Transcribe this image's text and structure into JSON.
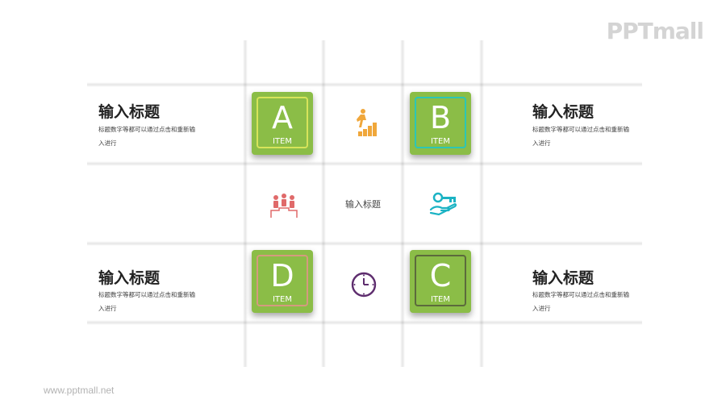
{
  "logo": "PPTmall",
  "footer_url": "www.pptmall.net",
  "center_title": "输入标题",
  "tiles": [
    {
      "letter": "A",
      "sub": "ITEM",
      "border": "#d7e45a"
    },
    {
      "letter": "B",
      "sub": "ITEM",
      "border": "#2cc6b6"
    },
    {
      "letter": "D",
      "sub": "ITEM",
      "border": "#d59a7f"
    },
    {
      "letter": "C",
      "sub": "ITEM",
      "border": "#5c6a3c"
    }
  ],
  "blocks": [
    {
      "title": "输入标题",
      "desc": "标题数字等都可以通过点击和重新输入进行"
    },
    {
      "title": "输入标题",
      "desc": "标题数字等都可以通过点击和重新输入进行"
    },
    {
      "title": "输入标题",
      "desc": "标题数字等都可以通过点击和重新输入进行"
    },
    {
      "title": "输入标题",
      "desc": "标题数字等都可以通过点击和重新输入进行"
    }
  ],
  "colors": {
    "tile_green": "#8bbd47",
    "icon_orange": "#f0a73b",
    "icon_teal": "#1bb3c4",
    "icon_red": "#e06a6a",
    "icon_purple": "#5e2d6e"
  }
}
